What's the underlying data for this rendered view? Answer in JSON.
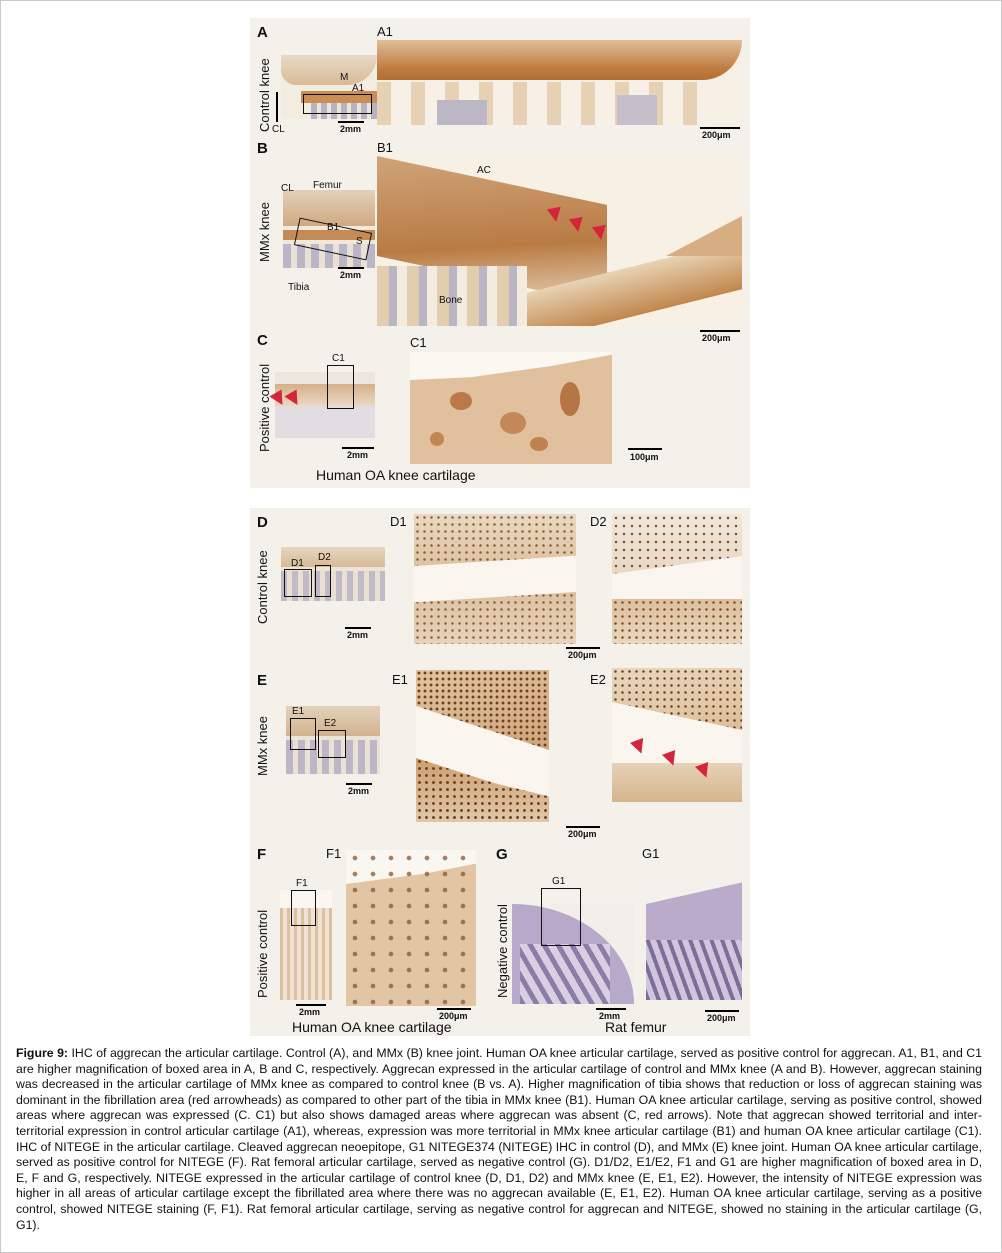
{
  "panels_top": {
    "A": {
      "label": "A",
      "side_label": "Control knee",
      "zoom_label": "A1",
      "scale_small": "2mm",
      "scale_large": "200μm",
      "box_label": "A1",
      "annotations": [
        "M",
        "CL"
      ]
    },
    "B": {
      "label": "B",
      "side_label": "MMx knee",
      "zoom_label": "B1",
      "scale_small": "2mm",
      "scale_large": "200μm",
      "annotations": [
        "CL",
        "Femur",
        "B1",
        "S",
        "Tibia",
        "AC",
        "Bone"
      ]
    },
    "C": {
      "label": "C",
      "side_label": "Positive control",
      "zoom_label": "C1",
      "scale_small": "2mm",
      "scale_large": "100μm",
      "box_label": "C1",
      "group_label": "Human OA knee cartilage"
    }
  },
  "panels_bottom": {
    "D": {
      "label": "D",
      "side_label": "Control knee",
      "zoom1": "D1",
      "zoom2": "D2",
      "scale_small": "2mm",
      "scale_large": "200μm"
    },
    "E": {
      "label": "E",
      "side_label": "MMx knee",
      "zoom1": "E1",
      "zoom2": "E2",
      "scale_small": "2mm",
      "scale_large": "200μm"
    },
    "F": {
      "label": "F",
      "side_label": "Positive control",
      "zoom": "F1",
      "box_label": "F1",
      "scale_small": "2mm",
      "scale_large": "200μm",
      "group_label": "Human OA knee cartilage"
    },
    "G": {
      "label": "G",
      "side_label": "Negative control",
      "zoom": "G1",
      "box_label": "G1",
      "scale_small": "2mm",
      "scale_large": "200μm",
      "group_label": "Rat femur"
    }
  },
  "caption": {
    "prefix": "Figure 9:",
    "text": "IHC of aggrecan the articular cartilage. Control (A), and MMx (B) knee joint. Human OA knee articular cartilage, served as positive control for aggrecan. A1, B1, and C1 are higher magnification of boxed area in A, B and C, respectively. Aggrecan expressed in the articular cartilage of control and MMx knee (A and B). However, aggrecan staining was decreased in the articular cartilage of MMx knee as compared to control knee (B vs. A). Higher magnification of tibia shows that reduction or loss of aggrecan staining was dominant in the fibrillation area (red arrowheads) as compared to other part of the tibia in MMx knee (B1). Human OA knee articular cartilage, serving as positive control, showed areas where aggrecan was expressed (C. C1) but also shows damaged areas where aggrecan was absent (C, red arrows). Note that aggrecan showed territorial and inter-territorial expression in control articular cartilage (A1), whereas, expression was more territorial in MMx knee articular cartilage (B1) and human OA knee articular cartilage (C1). IHC of NITEGE in the articular cartilage. Cleaved aggrecan neoepitope, G1 NITEGE374 (NITEGE) IHC in control (D), and MMx (E) knee joint. Human OA knee articular cartilage, served as positive control for NITEGE (F). Rat femoral articular cartilage, served as negative control (G). D1/D2, E1/E2, F1 and G1 are higher magnification of boxed area in D, E, F and G, respectively. NITEGE expressed in the articular cartilage of control knee (D, D1, D2) and MMx knee (E, E1, E2). However, the intensity of NITEGE expression was higher in all areas of articular cartilage except the fibrillated area where there was no aggrecan available (E, E1, E2). Human OA knee articular cartilage, serving as a positive control, showed NITEGE staining (F, F1). Rat femoral articular cartilage, serving as negative control for aggrecan and NITEGE, showed no staining in the articular cartilage (G, G1)."
  },
  "colors": {
    "stain_brown": "#b7783f",
    "stain_light": "#e9d4bb",
    "bone_grey": "#b9b5c4",
    "hematoxylin": "#b6a9c8",
    "arrow_red": "#d3263a"
  }
}
